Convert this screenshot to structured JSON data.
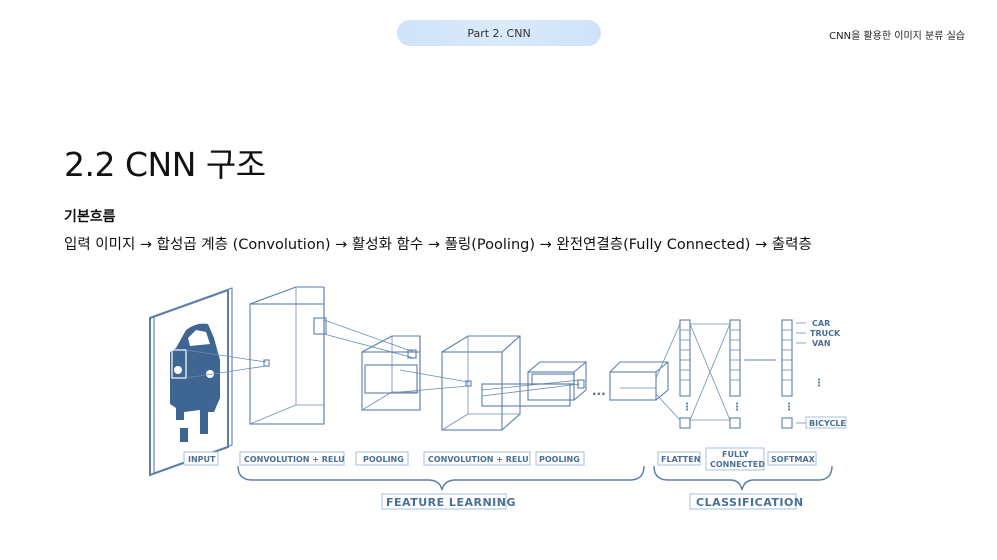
{
  "header": {
    "section": "Part 2. CNN",
    "course_title": "CNN을 활용한 이미지 분류 실습"
  },
  "slide": {
    "title": "2.2 CNN 구조",
    "subheading": "기본흐름",
    "flow_text": "입력 이미지 → 합성곱 계층 (Convolution) → 활성화 함수 → 풀링(Pooling) → 완전연결층(Fully Connected) → 출력층"
  },
  "diagram": {
    "stage_labels": {
      "input": "INPUT",
      "conv1": "CONVOLUTION + RELU",
      "pool1": "POOLING",
      "conv2": "CONVOLUTION + RELU",
      "pool2": "POOLING",
      "flatten": "FLATTEN",
      "fully_line1": "FULLY",
      "fully_line2": "CONNECTED",
      "softmax": "SOFTMAX"
    },
    "group_labels": {
      "feature_learning": "FEATURE LEARNING",
      "classification": "CLASSIFICATION"
    },
    "output_classes": [
      "CAR",
      "TRUCK",
      "VAN",
      "BICYCLE"
    ],
    "colors": {
      "line": "#5a7fa8",
      "car_fill": "#3f6593",
      "label_text": "#4a6f98",
      "pill": "#d5e7f9"
    }
  }
}
